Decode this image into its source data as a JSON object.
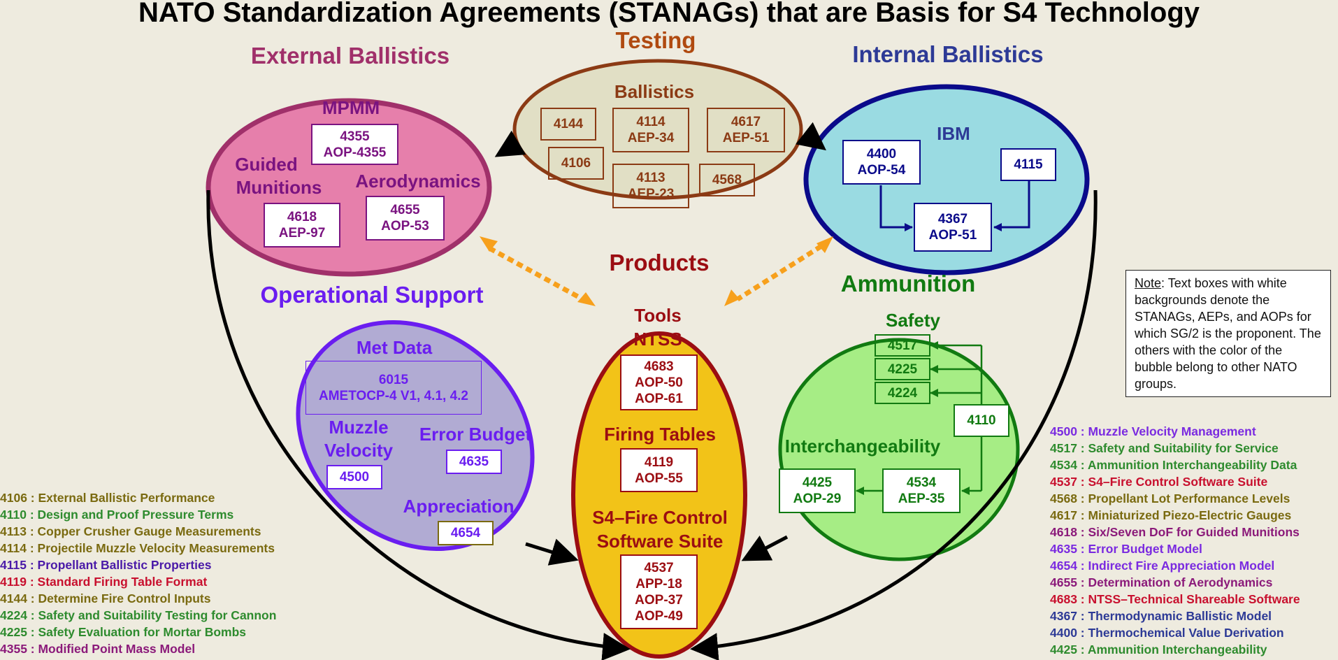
{
  "title": "NATO Standardization Agreements (STANAGs) that are Basis for S4 Technology",
  "colors": {
    "ext": "#a0306a",
    "ext_fill": "#e67fab",
    "test": "#8b3a14",
    "test_fill": "#e1dfc5",
    "int": "#2d3a96",
    "int_fill": "#9adbe2",
    "int_border": "#0a0a8a",
    "ops": "#6a1df0",
    "ops_fill": "#b1abd3",
    "prod": "#9b0d12",
    "prod_fill": "#f2c318",
    "ammo": "#117a11",
    "ammo_fill": "#a6ed85",
    "olive": "#7a6a10",
    "arrow_orange": "#f7a01c"
  },
  "groups": {
    "external": {
      "label": "External Ballistics",
      "mpmm": "MPMM",
      "guided_1": "Guided",
      "guided_2": "Munitions",
      "aero": "Aerodynamics",
      "box_mpmm": [
        "4355",
        "AOP-4355"
      ],
      "box_guided": [
        "4618",
        "AEP-97"
      ],
      "box_aero": [
        "4655",
        "AOP-53"
      ]
    },
    "testing": {
      "label": "Testing",
      "sub": "Ballistics",
      "boxes": [
        [
          "4144"
        ],
        [
          "4114",
          "AEP-34"
        ],
        [
          "4617",
          "AEP-51"
        ],
        [
          "4106"
        ],
        [
          "4113",
          "AEP-23"
        ],
        [
          "4568"
        ]
      ]
    },
    "internal": {
      "label": "Internal Ballistics",
      "sub": "IBM",
      "box_4400": [
        "4400",
        "AOP-54"
      ],
      "box_4115": [
        "4115"
      ],
      "box_4367": [
        "4367",
        "AOP-51"
      ]
    },
    "ops": {
      "label": "Operational Support",
      "met": "Met Data",
      "met_box": [
        "6015",
        "AMETOCP-4 V1, 4.1, 4.2"
      ],
      "muzzle_1": "Muzzle",
      "muzzle_2": "Velocity",
      "muzzle_box": [
        "4500"
      ],
      "error": "Error Budget",
      "error_box": [
        "4635"
      ],
      "appr": "Appreciation",
      "appr_box": [
        "4654"
      ]
    },
    "products": {
      "label": "Products",
      "tools_1": "Tools",
      "tools_2": "NTSS",
      "tools_box": [
        "4683",
        "AOP-50",
        "AOP-61"
      ],
      "ft": "Firing Tables",
      "ft_box": [
        "4119",
        "AOP-55"
      ],
      "s4_1": "S4–Fire Control",
      "s4_2": "Software Suite",
      "s4_box": [
        "4537",
        "APP-18",
        "AOP-37",
        "AOP-49"
      ]
    },
    "ammo": {
      "label": "Ammunition",
      "safety": "Safety",
      "safety_boxes": [
        [
          "4517"
        ],
        [
          "4225"
        ],
        [
          "4224"
        ]
      ],
      "box_4110": [
        "4110"
      ],
      "inter": "Interchangeability",
      "box_4425": [
        "4425",
        "AOP-29"
      ],
      "box_4534": [
        "4534",
        "AEP-35"
      ]
    }
  },
  "note": {
    "lead": "Note",
    "text": ": Text boxes with white backgrounds denote the STANAGs, AEPs, and AOPs for which SG/2 is the proponent. The others with the color of the bubble belong to other NATO groups."
  },
  "legend_left": [
    {
      "text": "4106 : External Ballistic Performance",
      "color": "#7a6a10"
    },
    {
      "text": "4110 : Design and Proof Pressure Terms",
      "color": "#2e8b2e"
    },
    {
      "text": "4113 : Copper Crusher Gauge Measurements",
      "color": "#7a6a10"
    },
    {
      "text": "4114 : Projectile Muzzle Velocity Measurements",
      "color": "#7a6a10"
    },
    {
      "text": "4115 : Propellant Ballistic Properties",
      "color": "#4a1aa8"
    },
    {
      "text": "4119 : Standard Firing Table Format",
      "color": "#c8102e"
    },
    {
      "text": "4144 : Determine Fire Control Inputs",
      "color": "#7a6a10"
    },
    {
      "text": "4224 : Safety and Suitability Testing for Cannon",
      "color": "#2e8b2e"
    },
    {
      "text": "4225 : Safety Evaluation for Mortar Bombs",
      "color": "#2e8b2e"
    },
    {
      "text": "4355 : Modified Point Mass Model",
      "color": "#8b1a7a"
    }
  ],
  "legend_right": [
    {
      "text": "4500 : Muzzle Velocity Management",
      "color": "#7a2ae0"
    },
    {
      "text": "4517 : Safety and Suitability  for Service",
      "color": "#2e8b2e"
    },
    {
      "text": "4534 : Ammunition Interchangeability Data",
      "color": "#2e8b2e"
    },
    {
      "text": "4537 : S4–Fire Control Software Suite",
      "color": "#c8102e"
    },
    {
      "text": "4568 : Propellant Lot Performance Levels",
      "color": "#7a6a10"
    },
    {
      "text": "4617 : Miniaturized Piezo-Electric Gauges",
      "color": "#7a6a10"
    },
    {
      "text": "4618 : Six/Seven DoF for Guided Munitions",
      "color": "#8b1a7a"
    },
    {
      "text": "4635 : Error Budget Model",
      "color": "#7a2ae0"
    },
    {
      "text": "4654 : Indirect Fire Appreciation Model",
      "color": "#7a2ae0"
    },
    {
      "text": "4655 : Determination of Aerodynamics",
      "color": "#8b1a7a"
    },
    {
      "text": "4683 : NTSS–Technical Shareable Software",
      "color": "#c8102e"
    },
    {
      "text": "4367 : Thermodynamic Ballistic Model",
      "color": "#2d3a96"
    },
    {
      "text": "4400 : Thermochemical Value Derivation",
      "color": "#2d3a96"
    },
    {
      "text": "4425 : Ammunition Interchangeability",
      "color": "#2e8b2e"
    }
  ]
}
